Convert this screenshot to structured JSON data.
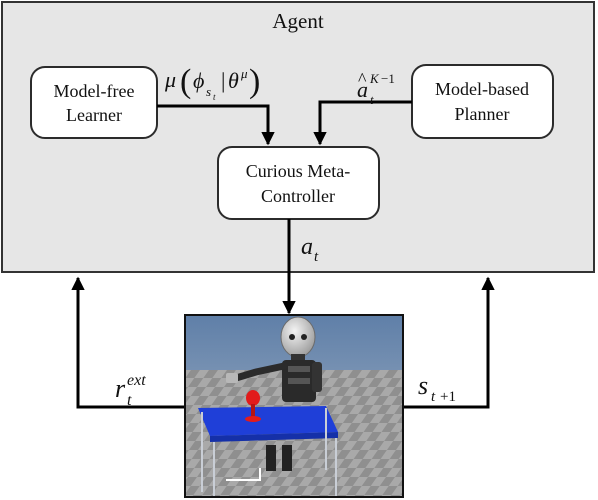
{
  "agent": {
    "title": "Agent",
    "model_free": {
      "line1": "Model-free",
      "line2": "Learner"
    },
    "model_based": {
      "line1": "Model-based",
      "line2": "Planner"
    },
    "controller": {
      "line1": "Curious Meta-",
      "line2": "Controller"
    }
  },
  "labels": {
    "mu_label": "μ(φst|θμ)",
    "a_hat_label": "â_t^{K−1}",
    "a_t_label": "a_t",
    "reward_label": "r_t^{ext}",
    "state_label": "s_{t+1}"
  },
  "colors": {
    "agent_bg": "#e6e6e6",
    "table_top": "#1f3fd8",
    "table_legs": "#c9ced6",
    "target": "#e21b1b"
  }
}
